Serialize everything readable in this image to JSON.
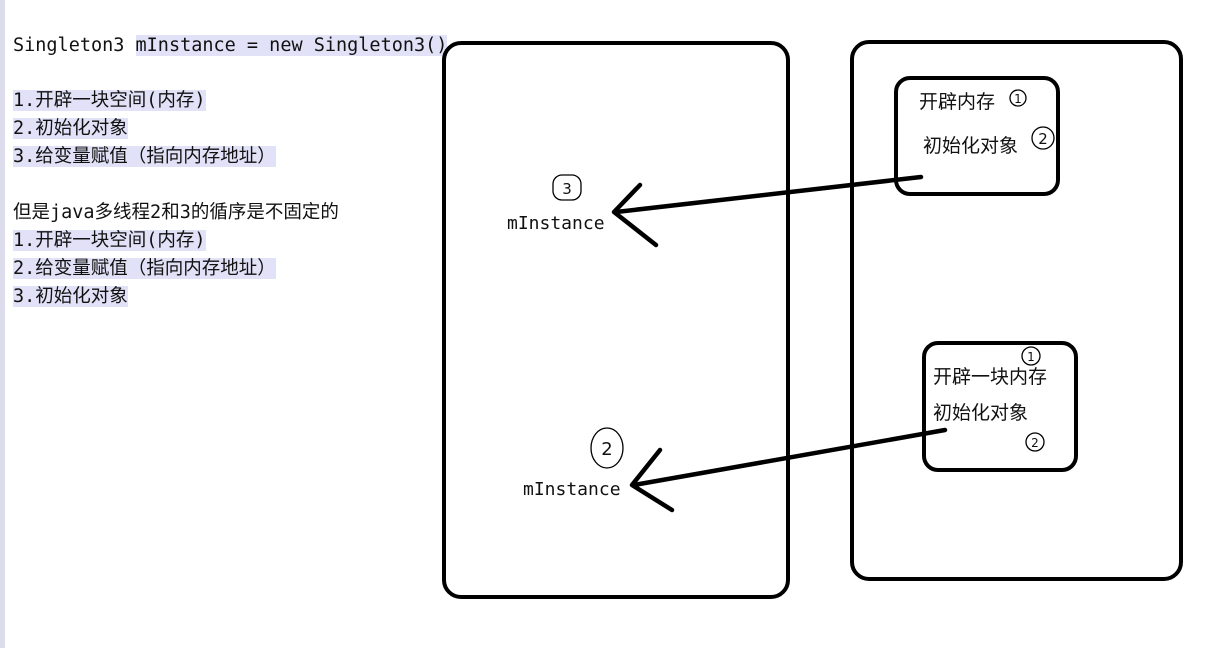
{
  "code_notes": {
    "declaration_type": "Singleton3 ",
    "declaration_rest": "mInstance = new Singleton3()",
    "steps_title": "",
    "steps": [
      "1.开辟一块空间(内存)",
      "2.初始化对象",
      "3.给变量赋值（指向内存地址）"
    ],
    "note": "但是java多线程2和3的循序是不固定的",
    "reordered_steps": [
      "1.开辟一块空间(内存)",
      "2.给变量赋值（指向内存地址）",
      "3.初始化对象"
    ]
  },
  "diagram": {
    "stack_box": {
      "ref_top": {
        "label": "mInstance",
        "marker": "3"
      },
      "ref_bottom": {
        "label": "mInstance",
        "marker": "2"
      }
    },
    "heap_box": {
      "object_top": {
        "line1": "开辟内存",
        "marker1": "1",
        "line2": "初始化对象",
        "marker2": "2"
      },
      "object_bottom": {
        "line1": "开辟一块内存",
        "marker1": "1",
        "line2": "初始化对象",
        "marker2": "2"
      }
    }
  }
}
